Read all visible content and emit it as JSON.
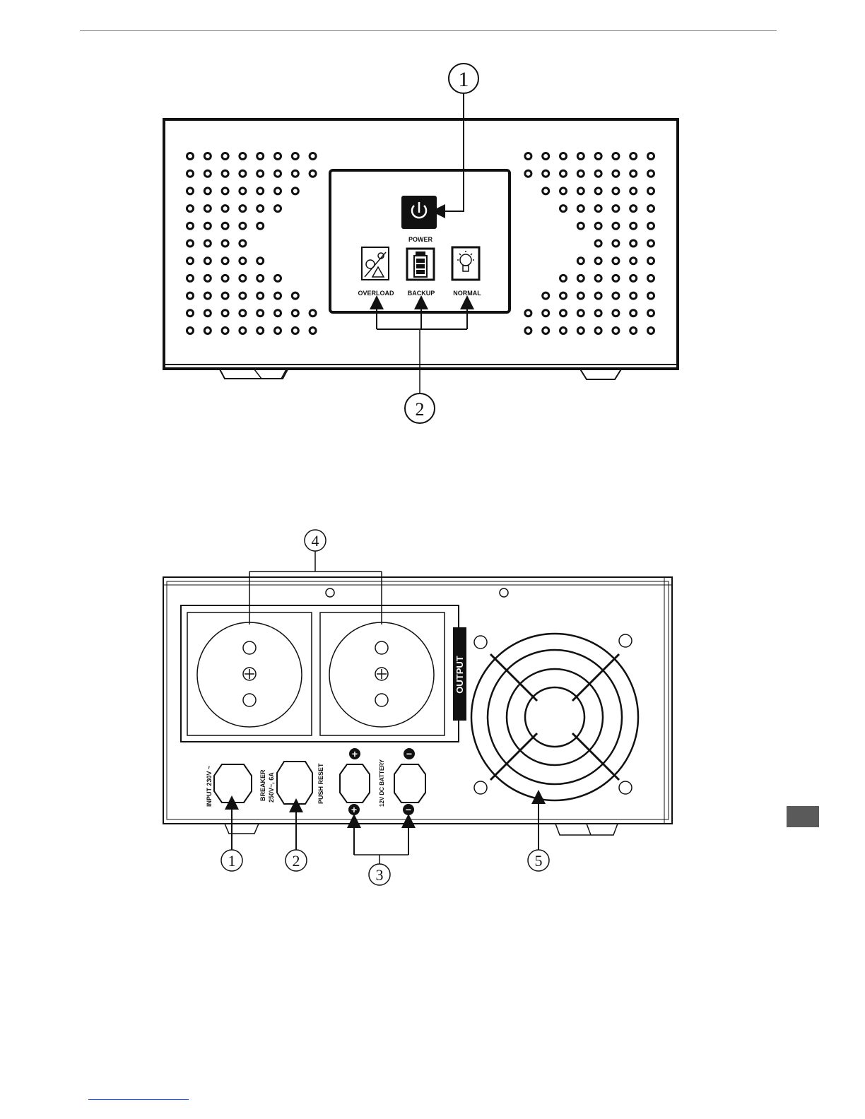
{
  "front_panel": {
    "callout_1": "1",
    "callout_2": "2",
    "power_label": "POWER",
    "indicators": [
      {
        "label": "OVERLOAD",
        "icon": "overload-icon"
      },
      {
        "label": "BACKUP",
        "icon": "battery-icon"
      },
      {
        "label": "NORMAL",
        "icon": "lightbulb-icon"
      }
    ],
    "power_icon": "power-icon"
  },
  "rear_panel": {
    "callout_1": "1",
    "callout_2": "2",
    "callout_3": "3",
    "callout_4": "4",
    "callout_5": "5",
    "output_label": "OUTPUT",
    "input_label": "INPUT  230V  ~",
    "breaker_line1": "BREAKER",
    "breaker_line2": "250V~, 6A",
    "push_reset_label": "PUSH RESET",
    "battery_label": "12V DC BATTERY",
    "positive_symbol": "+",
    "negative_symbol": "−"
  }
}
